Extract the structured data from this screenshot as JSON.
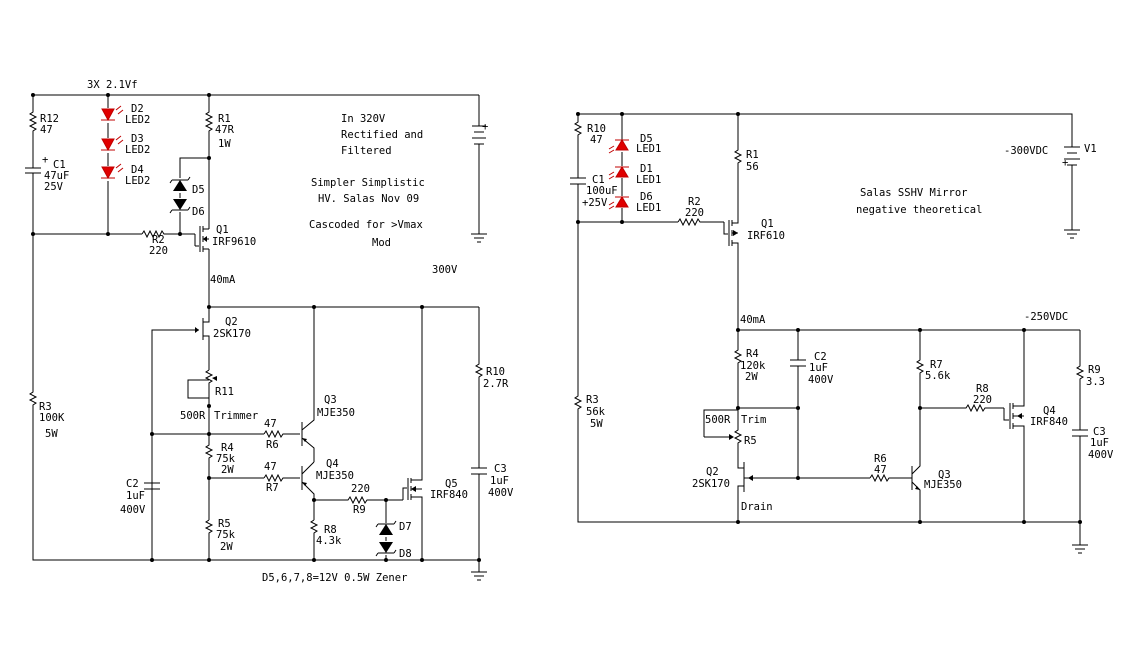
{
  "left": {
    "header_led_string": "3X 2.1Vf",
    "notes": {
      "line1": "In 320V",
      "line2": "Rectified and",
      "line3": "Filtered",
      "line4": "Simpler Simplistic",
      "line5": "HV. Salas Nov 09",
      "line6": "Cascoded for >Vmax",
      "line7": "Mod"
    },
    "supply_voltage": "300V",
    "current": "40mA",
    "zener_note": "D5,6,7,8=12V 0.5W Zener",
    "r12": {
      "ref": "R12",
      "val": "47"
    },
    "c1": {
      "ref": "C1",
      "val": "47uF",
      "rating": "25V",
      "plus": "+"
    },
    "d2": {
      "ref": "D2",
      "type": "LED2"
    },
    "d3": {
      "ref": "D3",
      "type": "LED2"
    },
    "d4": {
      "ref": "D4",
      "type": "LED2"
    },
    "r1": {
      "ref": "R1",
      "val": "47R",
      "power": "1W"
    },
    "d5": "D5",
    "d6": "D6",
    "q1": {
      "ref": "Q1",
      "type": "IRF9610"
    },
    "r2": {
      "ref": "R2",
      "val": "220"
    },
    "q2": {
      "ref": "Q2",
      "type": "2SK170"
    },
    "r11": {
      "ref": "R11",
      "val": "500R",
      "extra": "Trimmer"
    },
    "r3": {
      "ref": "R3",
      "val": "100K",
      "power": "5W"
    },
    "q3": {
      "ref": "Q3",
      "type": "MJE350"
    },
    "r6": {
      "ref": "R6",
      "val": "47"
    },
    "r4": {
      "ref": "R4",
      "val": "75k",
      "power": "2W"
    },
    "r7": {
      "ref": "R7",
      "val": "47"
    },
    "q4": {
      "ref": "Q4",
      "type": "MJE350"
    },
    "c2": {
      "ref": "C2",
      "val": "1uF",
      "rating": "400V"
    },
    "r5": {
      "ref": "R5",
      "val": "75k",
      "power": "2W"
    },
    "r8": {
      "ref": "R8",
      "val": "4.3k"
    },
    "r9": {
      "ref": "R9",
      "val": "220"
    },
    "d7": "D7",
    "d8": "D8",
    "q5": {
      "ref": "Q5",
      "type": "IRF840"
    },
    "r10": {
      "ref": "R10",
      "val": "2.7R"
    },
    "c3": {
      "ref": "C3",
      "val": "1uF",
      "rating": "400V"
    },
    "battery_plus": "+"
  },
  "right": {
    "r10": {
      "ref": "R10",
      "val": "47"
    },
    "d5": {
      "ref": "D5",
      "type": "LED1"
    },
    "d1": {
      "ref": "D1",
      "type": "LED1"
    },
    "d6": {
      "ref": "D6",
      "type": "LED1"
    },
    "c1": {
      "ref": "C1",
      "val": "100uF",
      "rating": "+25V"
    },
    "r1": {
      "ref": "R1",
      "val": "56"
    },
    "r2": {
      "ref": "R2",
      "val": "220"
    },
    "q1": {
      "ref": "Q1",
      "type": "IRF610"
    },
    "supply_label": "-300VDC",
    "v1": "V1",
    "v1_plus": "+",
    "title1": "Salas SSHV Mirror",
    "title2": "negative theoretical",
    "current": "40mA",
    "out_voltage": "-250VDC",
    "r4": {
      "ref": "R4",
      "val": "120k",
      "power": "2W"
    },
    "c2": {
      "ref": "C2",
      "val": "1uF",
      "rating": "400V"
    },
    "r7": {
      "ref": "R7",
      "val": "5.6k"
    },
    "r8": {
      "ref": "R8",
      "val": "220"
    },
    "q4": {
      "ref": "Q4",
      "type": "IRF840"
    },
    "r9": {
      "ref": "R9",
      "val": "3.3"
    },
    "c3": {
      "ref": "C3",
      "val": "1uF",
      "rating": "400V"
    },
    "r3": {
      "ref": "R3",
      "val": "56k",
      "power": "5W"
    },
    "r5": {
      "ref": "R5",
      "val": "500R",
      "extra": "Trim"
    },
    "q2": {
      "ref": "Q2",
      "type": "2SK170",
      "extra": "Drain"
    },
    "r6": {
      "ref": "R6",
      "val": "47"
    },
    "q3": {
      "ref": "Q3",
      "type": "MJE350"
    }
  }
}
